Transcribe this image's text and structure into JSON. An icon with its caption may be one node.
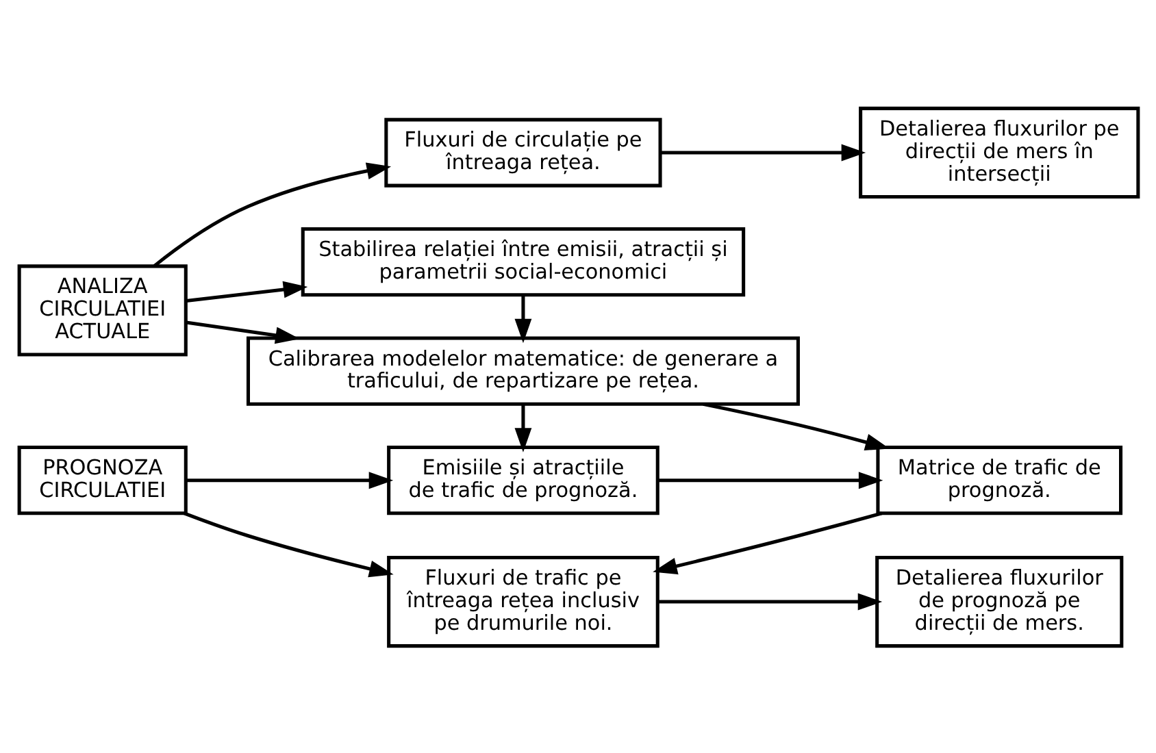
{
  "diagram": {
    "nodes": [
      {
        "text": [
          "ANALIZA CIRCULATIEI ACTUALE"
        ]
      },
      {
        "text": [
          "Fluxuri de circulație pe întreaga rețea."
        ]
      },
      {
        "text": [
          "Detalierea fluxurilor pe direcții de mers în intersecții"
        ]
      },
      {
        "text": [
          "Stabilirea relației între emisii, atracții și parametrii social-economici"
        ]
      },
      {
        "text": [
          "Calibrarea modelelor matematice: de generare a traficului, de repartizare pe rețea."
        ]
      },
      {
        "text": [
          "PROGNOZA CIRCULATIEI"
        ]
      },
      {
        "text": [
          "Emisiile și atracțiile de trafic de prognoză."
        ]
      },
      {
        "text": [
          "Matrice de trafic de prognoză."
        ]
      },
      {
        "text": [
          "Fluxuri de trafic pe întreaga rețea inclusiv pe drumurile noi."
        ]
      },
      {
        "text": [
          "Detalierea fluxurilor de prognoză pe direcții de mers."
        ]
      }
    ],
    "edges": [
      {
        "from": 0,
        "to": 1,
        "arrow": "to"
      },
      {
        "from": 1,
        "to": 2,
        "arrow": "to"
      },
      {
        "from": 0,
        "to": 3,
        "arrow": "to"
      },
      {
        "from": 0,
        "to": 4,
        "arrow": "to"
      },
      {
        "from": 3,
        "to": 4,
        "arrow": "to"
      },
      {
        "from": 4,
        "to": 6,
        "arrow": "to"
      },
      {
        "from": 4,
        "to": 7,
        "arrow": "to"
      },
      {
        "from": 5,
        "to": 6,
        "arrow": "to"
      },
      {
        "from": 6,
        "to": 7,
        "arrow": "to"
      },
      {
        "from": 7,
        "to": 8,
        "arrow": "to"
      },
      {
        "from": 5,
        "to": 8,
        "arrow": "to"
      },
      {
        "from": 8,
        "to": 9,
        "arrow": "to"
      }
    ]
  }
}
